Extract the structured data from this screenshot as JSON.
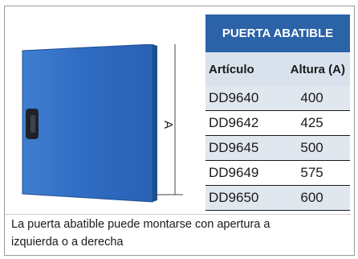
{
  "product": {
    "dimension_label": "A",
    "door_color": "#2f6bc2",
    "handle": "handle-icon"
  },
  "table": {
    "title": "PUERTA ABATIBLE",
    "headers": {
      "article": "Artículo",
      "height": "Altura (A)"
    },
    "rows": [
      {
        "article": "DD9640",
        "height": "400"
      },
      {
        "article": "DD9642",
        "height": "425"
      },
      {
        "article": "DD9645",
        "height": "500"
      },
      {
        "article": "DD9649",
        "height": "575"
      },
      {
        "article": "DD9650",
        "height": "600"
      }
    ],
    "title_color": "#2b62a8"
  },
  "caption": "La puerta abatible puede montarse con apertura a izquierda o a derecha"
}
